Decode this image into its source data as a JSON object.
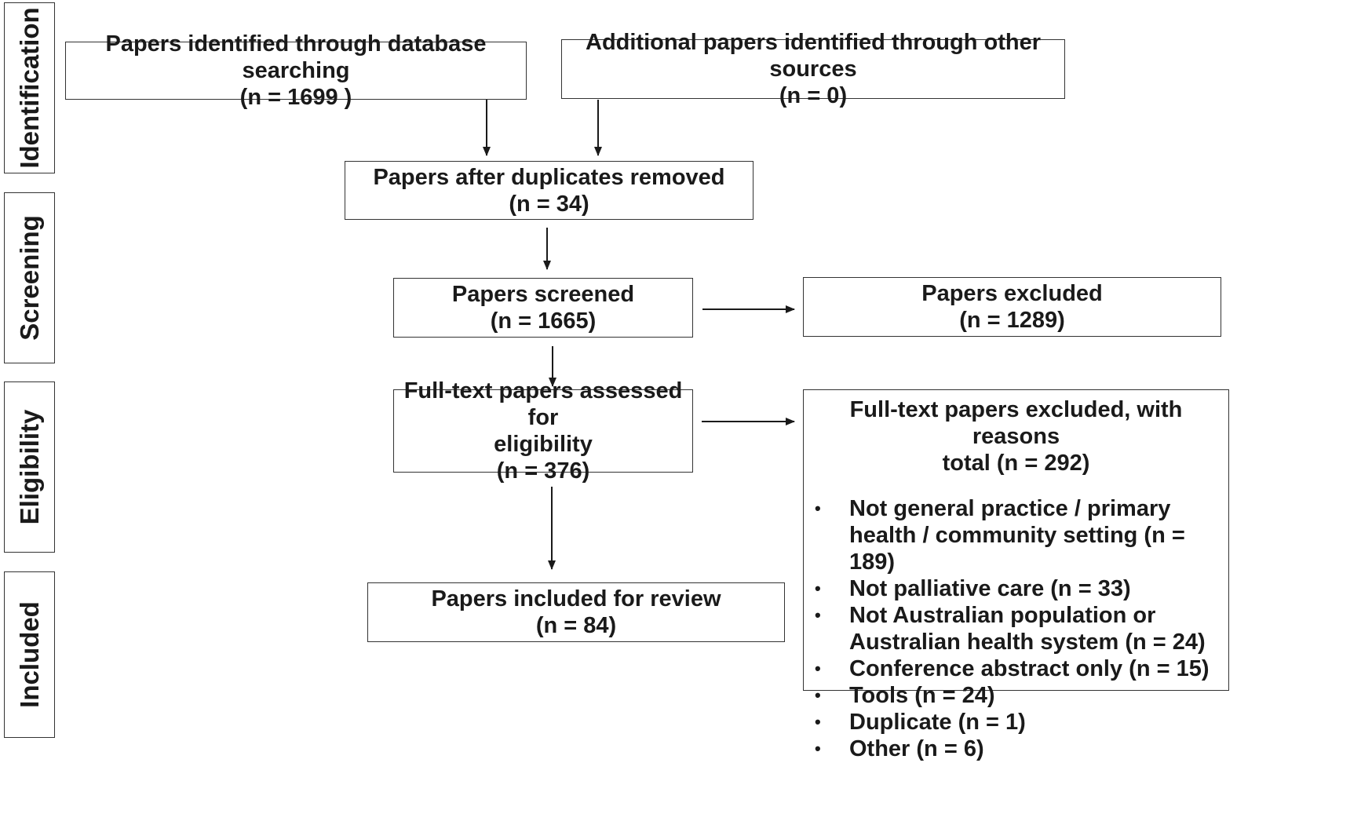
{
  "phases": {
    "identification": "Identification",
    "screening": "Screening",
    "eligibility": "Eligibility",
    "included": "Included"
  },
  "identified_db": {
    "title": "Papers identified through database searching",
    "count": "(n = 1699 )"
  },
  "identified_other": {
    "title": "Additional papers identified through other sources",
    "count": "(n = 0)"
  },
  "after_duplicates": {
    "title": "Papers after duplicates removed",
    "count": "(n = 34)"
  },
  "screened": {
    "title": "Papers screened",
    "count": "(n = 1665)"
  },
  "excluded": {
    "title": "Papers excluded",
    "count": "(n = 1289)"
  },
  "fulltext_assessed": {
    "title_line1": "Full-text papers assessed for",
    "title_line2": "eligibility",
    "count": "(n = 376)"
  },
  "fulltext_excluded": {
    "title": "Full-text papers excluded, with reasons",
    "total": "total (n = 292)",
    "reasons": [
      "Not general practice / primary health / community setting (n = 189)",
      "Not palliative care (n = 33)",
      "Not Australian population or Australian health system (n = 24)",
      "Conference abstract only (n = 15)",
      "Tools (n = 24)",
      "Duplicate (n = 1)",
      "Other (n = 6)"
    ]
  },
  "included_review": {
    "title": "Papers included for review",
    "count": "(n = 84)"
  }
}
